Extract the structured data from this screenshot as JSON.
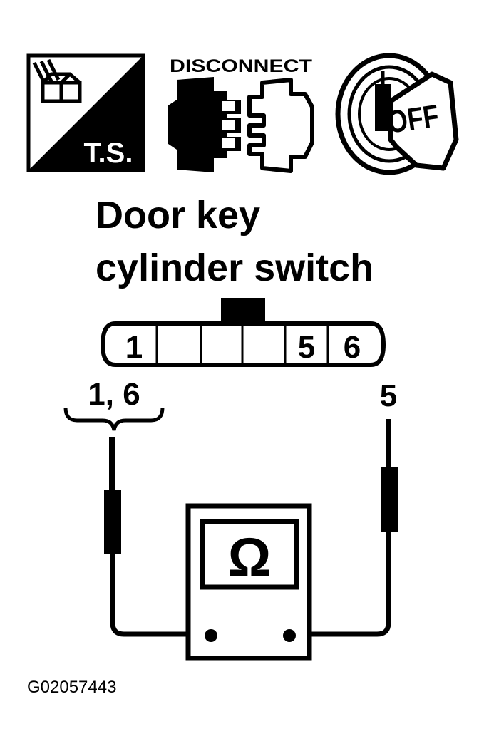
{
  "icons": {
    "ts_label": "T.S.",
    "disconnect_label": "DISCONNECT",
    "ignition_label": "OFF"
  },
  "component": {
    "title_line1": "Door key",
    "title_line2": "cylinder switch"
  },
  "connector": {
    "cells": [
      "1",
      "",
      "",
      "",
      "5",
      "6"
    ]
  },
  "probes": {
    "left_label": "1, 6",
    "right_label": "5"
  },
  "meter": {
    "symbol": "Ω"
  },
  "figure_id": "G02057443"
}
